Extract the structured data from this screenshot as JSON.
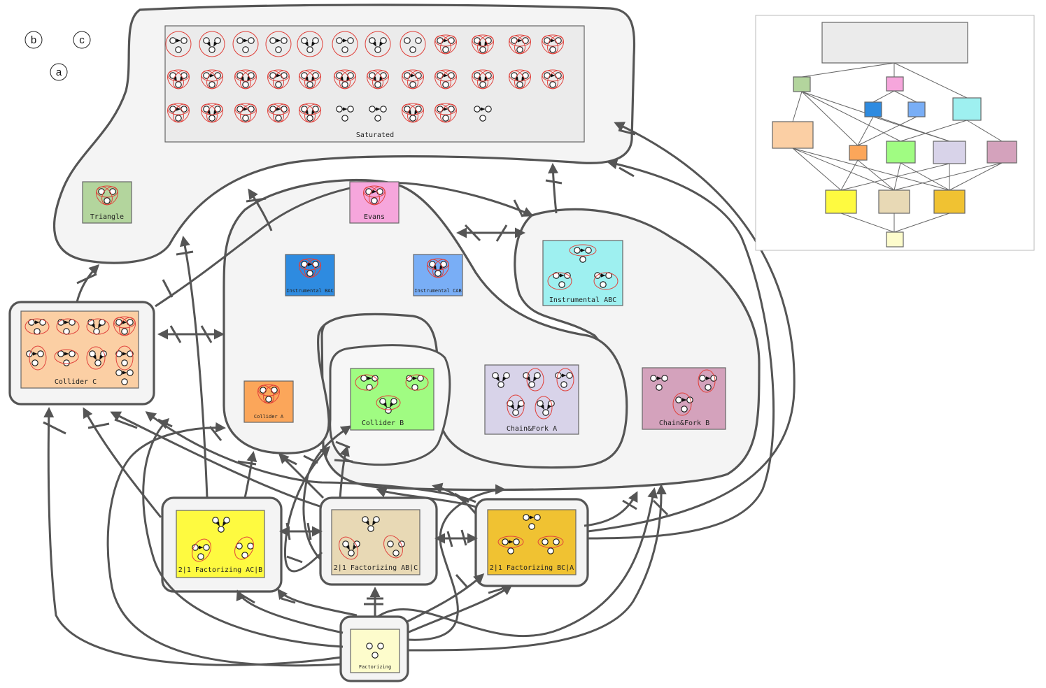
{
  "legend": {
    "letter_a": "a",
    "letter_b": "b",
    "letter_c": "c"
  },
  "classes": {
    "saturated": {
      "label": "Saturated",
      "color": "#ebebeb"
    },
    "triangle": {
      "label": "Triangle",
      "color": "#b3d59d"
    },
    "evans": {
      "label": "Evans",
      "color": "#f6a6dc"
    },
    "instrumental_bac": {
      "label": "Instrumental BAC",
      "color": "#2e8be0"
    },
    "instrumental_cab": {
      "label": "Instrumental CAB",
      "color": "#79aef6"
    },
    "instrumental_abc": {
      "label": "Instrumental ABC",
      "color": "#9ef0f0"
    },
    "collider_c": {
      "label": "Collider C",
      "color": "#fbcfa4"
    },
    "collider_a": {
      "label": "Collider A",
      "color": "#fba65a"
    },
    "collider_b": {
      "label": "Collider B",
      "color": "#a0fc82"
    },
    "chain_fork_a": {
      "label": "Chain&Fork A",
      "color": "#d8d3e9"
    },
    "chain_fork_b": {
      "label": "Chain&Fork B",
      "color": "#d4a2bc"
    },
    "factorizing_ac_b": {
      "label": "2|1 Factorizing AC|B",
      "color": "#fefa40"
    },
    "factorizing_ab_c": {
      "label": "2|1 Factorizing AB|C",
      "color": "#e8d9b5"
    },
    "factorizing_bc_a": {
      "label": "2|1 Factorizing BC|A",
      "color": "#f0c232"
    },
    "factorizing": {
      "label": "Factorizing",
      "color": "#fdfccc"
    }
  },
  "colors": {
    "outline": "#555555",
    "hyperedge": "#e0403a",
    "inset_border": "#bbbbbb"
  }
}
